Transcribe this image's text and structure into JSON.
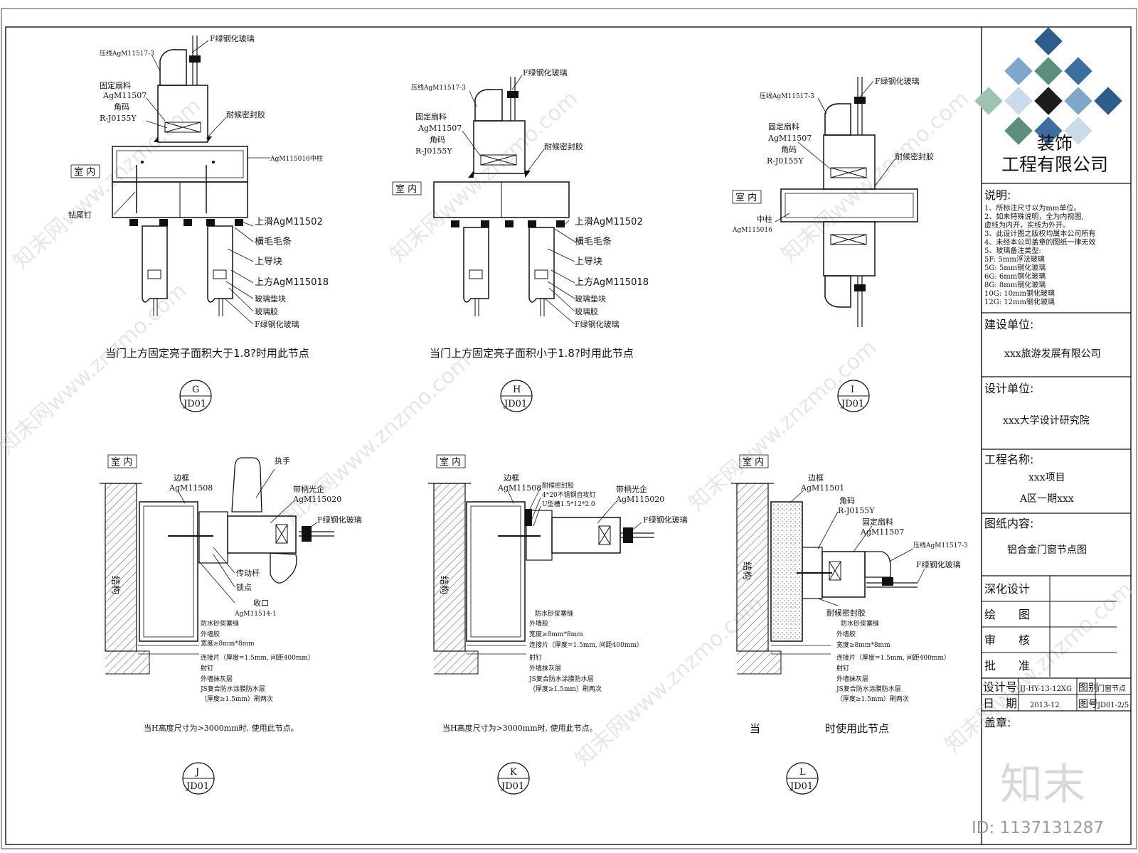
{
  "company": {
    "name_line1": "装饰",
    "name_line2": "工程有限公司",
    "logo_colors": [
      "#2e5d8c",
      "#7fa7c9",
      "#5b8e7d",
      "#1d1d1d",
      "#9fc3b3",
      "#3d6f9e",
      "#c9dbe9"
    ]
  },
  "notes": {
    "heading": "说明:",
    "lines": [
      "1、所标注尺寸以为mm单位。",
      "2、如未特殊说明，全为内视图,",
      "   虚线为内开，实线为外开。",
      "3、此设计图之版权均属本公司所有",
      "4、未经本公司盖章的图纸一律无效",
      "5、玻璃备注类型:",
      "5F: 5mm浮法玻璃",
      "5G: 5mm钢化玻璃",
      "6G: 6mm钢化玻璃",
      "8G: 8mm钢化玻璃",
      "10G: 10mm钢化玻璃",
      "12G: 12mm钢化玻璃"
    ]
  },
  "title_block": {
    "client_label": "建设单位:",
    "client": "xxx旅游发展有限公司",
    "designer_label": "设计单位:",
    "designer": "xxx大学设计研究院",
    "project_label": "工程名称:",
    "project_line1": "xxx项目",
    "project_line2": "A区一期xxx",
    "content_label": "图纸内容:",
    "content": "铝合金门窗节点图",
    "sign_rows": [
      "深化设计",
      "绘　　图",
      "审　　核",
      "批　　准"
    ],
    "design_no_label": "设计号",
    "design_no": "JJ-HY-13-12XG",
    "sheet_cat_label": "图别",
    "sheet_cat": "门窗节点",
    "date_label": "日　期",
    "date": "2013-12",
    "sheet_no_label": "图号",
    "sheet_no": "JD01-2/5",
    "seal_label": "盖章:"
  },
  "details": {
    "G": {
      "caption": "当门上方固定亮子面积大于1.8?时用此节点",
      "marker": "G",
      "ref": "JD01",
      "labels": [
        "F绿钢化玻璃",
        "压线AgM11517-3",
        "固定扇料",
        "AgM11507",
        "角码",
        "R-J0155Y",
        "耐候密封胶",
        "AgM115016中柱",
        "室 内",
        "钻尾钉",
        "上滑AgM11502",
        "横毛毛条",
        "上导块",
        "上方AgM115018",
        "玻璃垫块",
        "玻璃胶",
        "F绿钢化玻璃"
      ]
    },
    "H": {
      "caption": "当门上方固定亮子面积小于1.8?时用此节点",
      "marker": "H",
      "ref": "JD01",
      "labels": [
        "F绿钢化玻璃",
        "压线AgM11517-3",
        "固定扇料",
        "AgM11507",
        "角码",
        "R-J0155Y",
        "耐候密封胶",
        "室 内",
        "上滑AgM11502",
        "横毛毛条",
        "上导块",
        "上方AgM115018",
        "玻璃垫块",
        "玻璃胶",
        "F绿钢化玻璃"
      ]
    },
    "I": {
      "marker": "I",
      "ref": "JD01",
      "labels": [
        "F绿钢化玻璃",
        "压线AgM11517-3",
        "固定扇料",
        "AgM11507",
        "角码",
        "R-J0155Y",
        "耐候密封胶",
        "室 内",
        "中柱",
        "AgM115016"
      ]
    },
    "J": {
      "caption": "当H高度尺寸为>3000mm时, 使用此节点。",
      "marker": "J",
      "ref": "JD01",
      "labels": [
        "室 内",
        "边框",
        "AgM11508",
        "执手",
        "带柄光企",
        "AgM115020",
        "F绿钢化玻璃",
        "结构",
        "传动杆",
        "锁点",
        "收口",
        "AgM11514-1",
        "防水砂浆塞缝",
        "外墙胶",
        "宽度≥8mm*8mm",
        "连接片（厚度=1.5mm, 间距400mm）",
        "射钉",
        "外墙抹灰层",
        "JS复合防水涂膜防水层",
        "（厚度≥1.5mm）刷两次"
      ]
    },
    "K": {
      "caption": "当H高度尺寸为>3000mm时, 使用此节点。",
      "marker": "K",
      "ref": "JD01",
      "labels": [
        "室 内",
        "边框",
        "AgM11508",
        "耐候密封胶",
        "4*20不锈钢自攻钉",
        "U型槽1.5*12*2.0",
        "带柄光企",
        "AgM115020",
        "F绿钢化玻璃",
        "结构",
        "防水砂浆塞缝",
        "外墙胶",
        "宽度≥8mm*8mm",
        "连接片（厚度=1.5mm, 间距400mm）",
        "射钉",
        "外墙抹灰层",
        "JS复合防水涂膜防水层",
        "（厚度≥1.5mm）刷两次"
      ]
    },
    "L": {
      "caption_left": "当",
      "caption_right": "时使用此节点",
      "marker": "L",
      "ref": "JD01",
      "labels": [
        "室 内",
        "边框",
        "AgM11501",
        "角码",
        "R-J0155Y",
        "固定扇料",
        "AgM11507",
        "压线AgM11517-3",
        "F绿钢化玻璃",
        "结构",
        "耐候密封胶",
        "防水砂浆塞缝",
        "外墙胶",
        "宽度≥8mm*8mm",
        "连接片（厚度=1.5mm, 间距400mm）",
        "射钉",
        "外墙抹灰层",
        "JS复合防水涂膜防水层",
        "（厚度≥1.5mm）刷两次"
      ]
    }
  },
  "watermarks": [
    "知末网www.znzmo.com"
  ],
  "footer": {
    "brand": "知末",
    "id_text": "ID: 1137131287"
  }
}
